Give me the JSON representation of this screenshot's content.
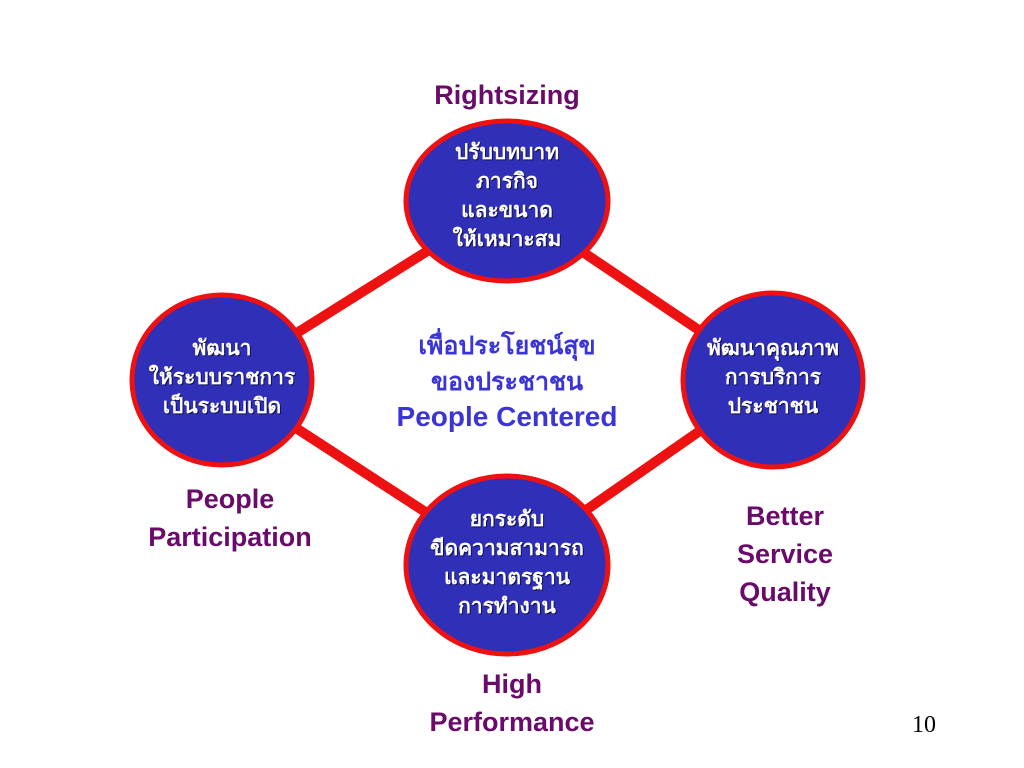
{
  "colors": {
    "connector": "#ee1111",
    "node_fill": "#2f2fb8",
    "node_border": "#ee1111",
    "outer_label": "#6a0a6a",
    "center_text": "#3b35d6"
  },
  "center": {
    "line1": "เพื่อประโยชน์สุข",
    "line2": "ของประชาชน",
    "line3": "People Centered"
  },
  "nodes": {
    "top": {
      "lines": [
        "ปรับบทบาท",
        "ภารกิจ",
        "และขนาด",
        "ให้เหมาะสม"
      ]
    },
    "left": {
      "lines": [
        "พัฒนา",
        "ให้ระบบราชการ",
        "เป็นระบบเปิด"
      ]
    },
    "right": {
      "lines": [
        "พัฒนาคุณภาพ",
        "การบริการ",
        "ประชาชน"
      ]
    },
    "bottom": {
      "lines": [
        "ยกระดับ",
        "ขีดความสามารถ",
        "และมาตรฐาน",
        "การทำงาน"
      ]
    }
  },
  "labels": {
    "top": "Rightsizing",
    "left_line1": "People",
    "left_line2": "Participation",
    "right_line1": "Better",
    "right_line2": "Service",
    "right_line3": "Quality",
    "bottom_line1": "High",
    "bottom_line2": "Performance"
  },
  "page_number": "10"
}
